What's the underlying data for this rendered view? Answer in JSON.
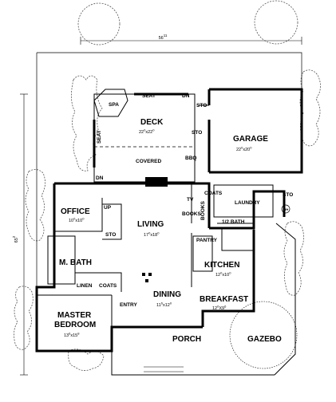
{
  "overall_width": "56",
  "overall_width_sup": "11",
  "overall_depth": "65",
  "overall_depth_sup": "2",
  "rooms": {
    "spa": {
      "name": "SPA"
    },
    "seat_top": {
      "name": "SEAT"
    },
    "seat_side": {
      "name": "SEAT"
    },
    "dn_top": {
      "name": "DN"
    },
    "dn_left": {
      "name": "DN"
    },
    "sto_deck": {
      "name": "STO"
    },
    "sto_mid": {
      "name": "STO"
    },
    "deck": {
      "name": "DECK",
      "size": "22",
      "size_sup1": "0",
      "size_x": "x22",
      "size_sup2": "0"
    },
    "covered": {
      "name": "COVERED"
    },
    "bbq": {
      "name": "BBQ"
    },
    "garage": {
      "name": "GARAGE",
      "size": "22",
      "size_sup1": "0",
      "size_x": "x20",
      "size_sup2": "0"
    },
    "coats_top": {
      "name": "COATS"
    },
    "laundry": {
      "name": "LAUNDRY"
    },
    "sto_garage": {
      "name": "STO"
    },
    "office": {
      "name": "OFFICE",
      "size": "10",
      "size_sup1": "0",
      "size_x": "x10",
      "size_sup2": "0"
    },
    "up": {
      "name": "UP"
    },
    "sto_office": {
      "name": "STO"
    },
    "living": {
      "name": "LIVING",
      "size": "17",
      "size_sup1": "0",
      "size_x": "x18",
      "size_sup2": "0"
    },
    "tv_books": {
      "name": "TV",
      "name2": "BOOKS"
    },
    "books": {
      "name": "BOOKS"
    },
    "half_bath": {
      "name": "1/2 BATH"
    },
    "pantry": {
      "name": "PANTRY"
    },
    "kitchen": {
      "name": "KITCHEN",
      "size": "12",
      "size_sup1": "0",
      "size_x": "x10",
      "size_sup2": "0"
    },
    "mbath": {
      "name": "M. BATH"
    },
    "linen": {
      "name": "LINEN"
    },
    "coats_low": {
      "name": "COATS"
    },
    "dining": {
      "name": "DINING",
      "size": "11",
      "size_sup1": "6",
      "size_x": "x12",
      "size_sup2": "0"
    },
    "breakfast": {
      "name": "BREAKFAST",
      "size": "12",
      "size_sup1": "0",
      "size_x": "X9",
      "size_sup2": "6"
    },
    "master": {
      "name": "MASTER",
      "name2": "BEDROOM",
      "size": "13",
      "size_sup1": "6",
      "size_x": "x15",
      "size_sup2": "8"
    },
    "entry": {
      "name": "ENTRY"
    },
    "porch": {
      "name": "PORCH"
    },
    "gazebo": {
      "name": "GAZEBO"
    },
    "wh": {
      "name": "WH"
    }
  }
}
